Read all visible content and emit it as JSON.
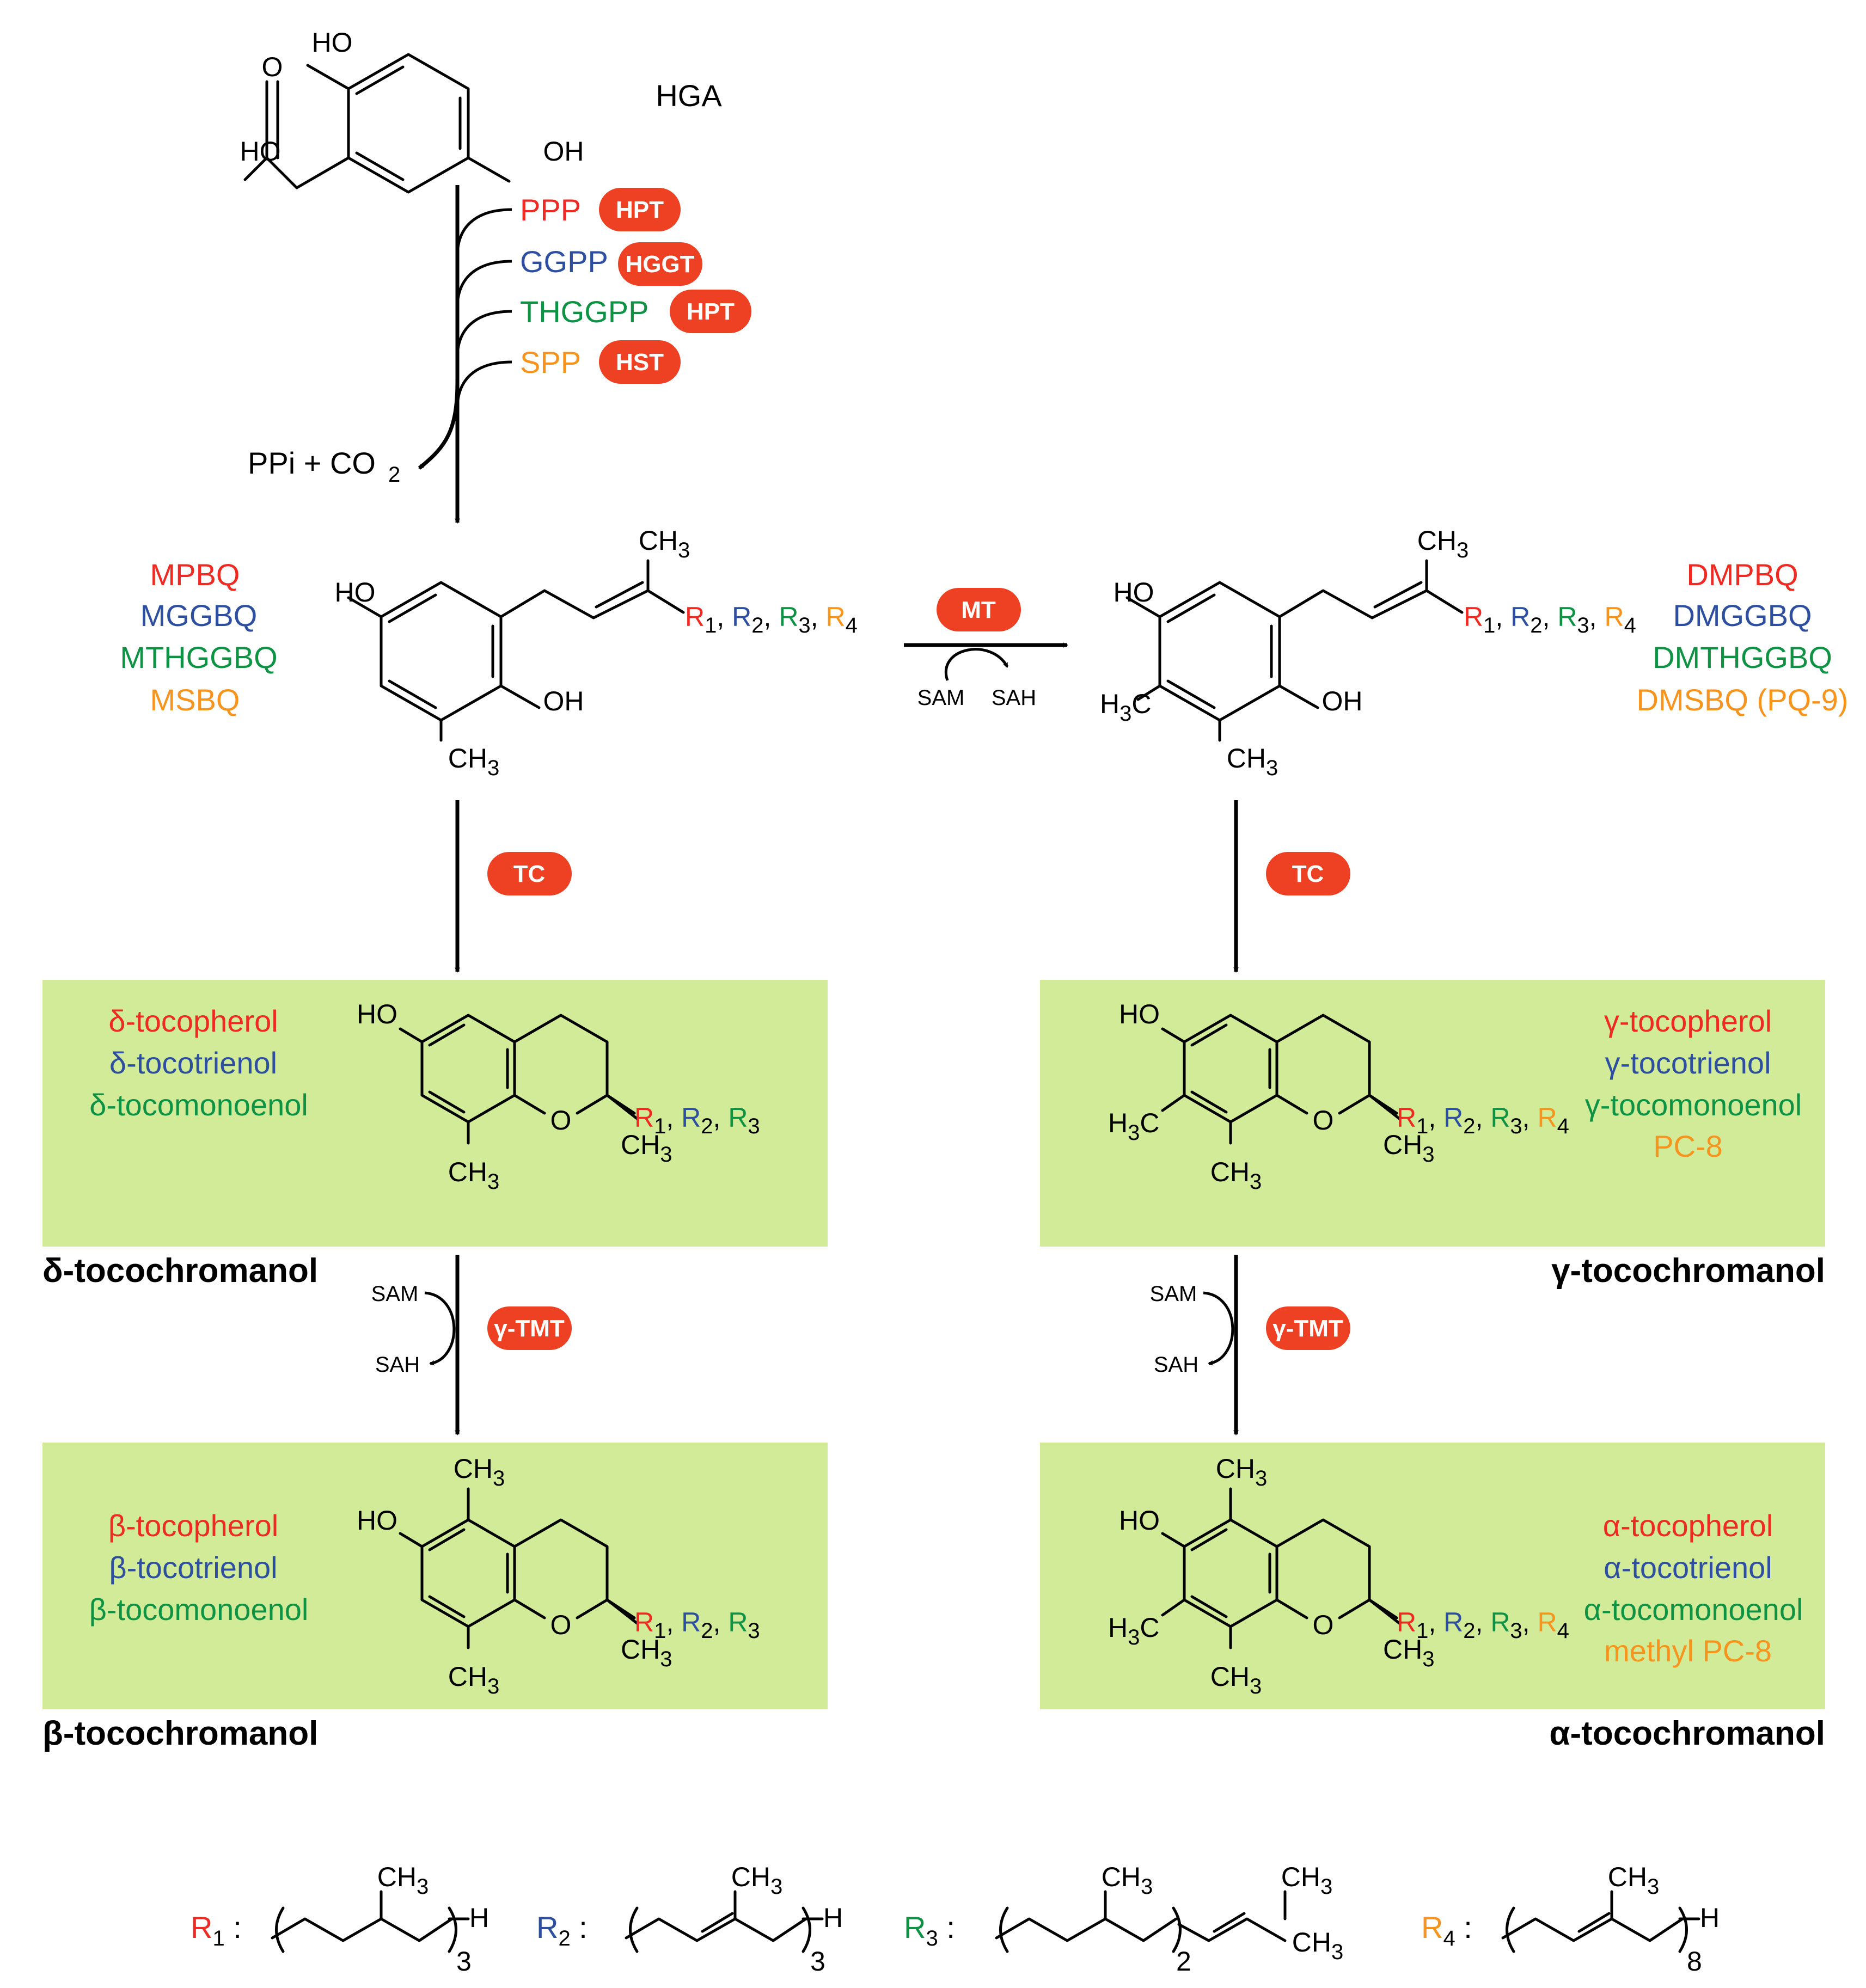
{
  "colors": {
    "red": "#ee2a23",
    "blue": "#2e4f9f",
    "green": "#0e9345",
    "orange": "#f7941d",
    "enzyme": "#ee4123",
    "box": "#d1eb99"
  },
  "top": {
    "compound": "HGA",
    "prenyl_donors": [
      {
        "name": "PPP",
        "enzyme": "HPT",
        "color": "red"
      },
      {
        "name": "GGPP",
        "enzyme": "HGGT",
        "color": "blue"
      },
      {
        "name": "THGGPP",
        "enzyme": "HPT",
        "color": "green"
      },
      {
        "name": "SPP",
        "enzyme": "HST",
        "color": "orange"
      }
    ],
    "byproduct": "PPi + CO",
    "byproduct_sub": "2"
  },
  "methylation": {
    "enzyme": "MT",
    "sam": "SAM",
    "sah": "SAH"
  },
  "cyclization": {
    "enzyme": "TC"
  },
  "left_intermediates": [
    "MPBQ",
    "MGGBQ",
    "MTHGGBQ",
    "MSBQ"
  ],
  "right_intermediates": [
    "DMPBQ",
    "DMGGBQ",
    "DMTHGGBQ",
    "DMSBQ (PQ-9)"
  ],
  "gtmt": {
    "enzyme": "γ-TMT",
    "sam": "SAM",
    "sah": "SAH"
  },
  "boxes": {
    "delta": {
      "title": "δ-tocochromanol",
      "members": [
        "δ-tocopherol",
        "δ-tocotrienol",
        "δ-tocomonoenol"
      ]
    },
    "gamma": {
      "title": "γ-tocochromanol",
      "members": [
        "γ-tocopherol",
        "γ-tocotrienol",
        "γ-tocomonoenol",
        "PC-8"
      ]
    },
    "beta": {
      "title": "β-tocochromanol",
      "members": [
        "β-tocopherol",
        "β-tocotrienol",
        "β-tocomonoenol"
      ]
    },
    "alpha": {
      "title": "α-tocochromanol",
      "members": [
        "α-tocopherol",
        "α-tocotrienol",
        "α-tocomonoenol",
        "methyl PC-8"
      ]
    }
  },
  "r_groups": [
    {
      "label": "R",
      "sub": "1",
      "color": "red",
      "repeat": "3"
    },
    {
      "label": "R",
      "sub": "2",
      "color": "blue",
      "repeat": "3"
    },
    {
      "label": "R",
      "sub": "3",
      "color": "green",
      "repeat": "2"
    },
    {
      "label": "R",
      "sub": "4",
      "color": "orange",
      "repeat": "8"
    }
  ],
  "atoms": {
    "ho": "HO",
    "oh": "OH",
    "ch3": "CH",
    "h3c": "H",
    "c": "C",
    "h": "H",
    "o": "O",
    "sub3": "3"
  }
}
